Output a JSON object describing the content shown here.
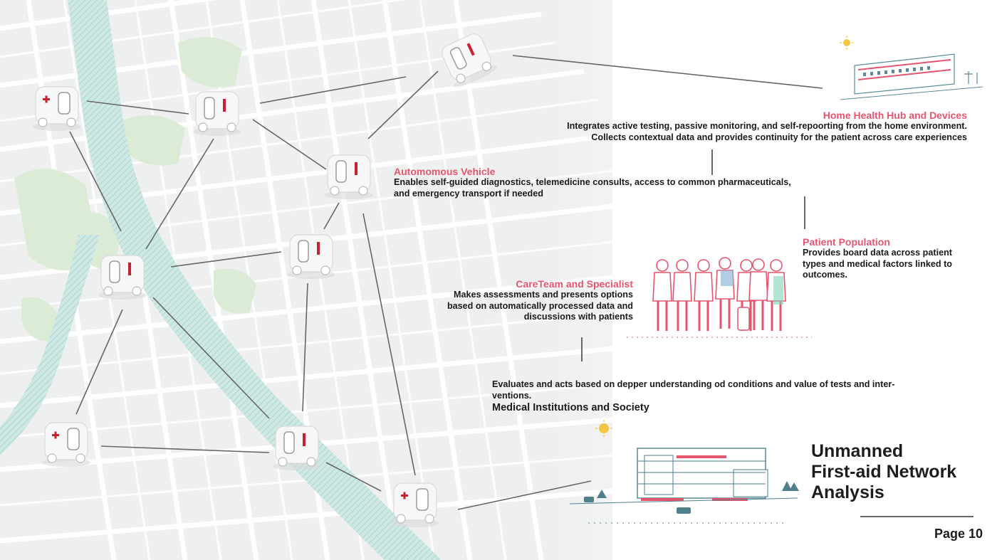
{
  "home_hub": {
    "title": "Home Health Hub and Devices",
    "line1": "Integrates active testing, passive monitoring, and self-repoorting from the home environment.",
    "line2": "Collects contextual data and provides continuity for the patient across care experiences"
  },
  "vehicle": {
    "title": "Automomous Vehicle",
    "line1": "Enables self-guided diagnostics, telemedicine consults, access to common pharmaceuticals,",
    "line2": "and emergency transport if needed"
  },
  "patient": {
    "title": "Patient Population",
    "line1": "Provides board data across patient",
    "line2": "types and medical factors linked to",
    "line3": "outcomes."
  },
  "careteam": {
    "title": "CareTeam and Specialist",
    "line1": "Makes assessments and presents options",
    "line2": "based on automatically processed data and",
    "line3": "discussions with patients"
  },
  "institutions": {
    "line1": "Evaluates and acts based on depper understanding od conditions and value of tests and inter-",
    "line2": "ventions.",
    "title": "Medical Institutions and Society"
  },
  "heading": {
    "line1": "Unmanned",
    "line2": "First-aid Network",
    "line3": "Analysis"
  },
  "page_label": "Page 10",
  "colors": {
    "accent_red": "#e5566e",
    "river": "#bfe0dc",
    "park": "#dcebd5",
    "road": "#ffffff",
    "block": "#eceeed",
    "line": "#666666"
  }
}
